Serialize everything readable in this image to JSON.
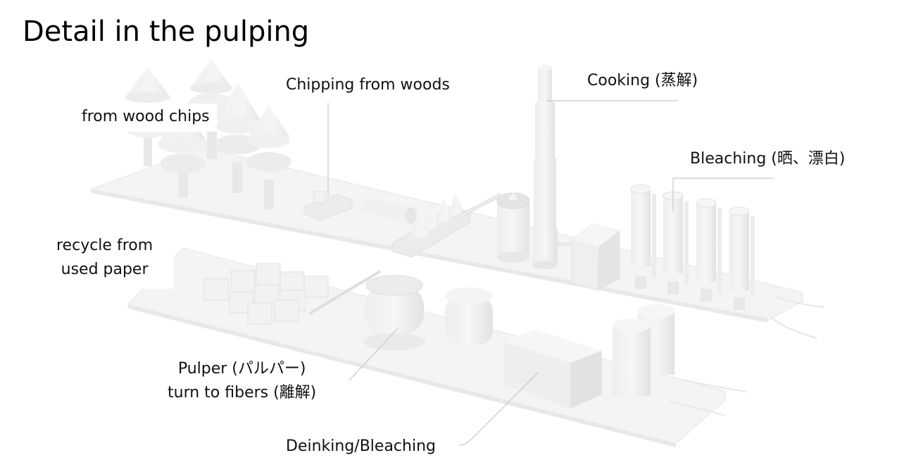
{
  "slide": {
    "title": "Detail in the pulping"
  },
  "labels": {
    "wood_chips": "from wood chips",
    "chipping": "Chipping from woods",
    "cooking": "Cooking (蒸解)",
    "bleaching": "Bleaching (晒、漂白)",
    "recycle_line1": "recycle from",
    "recycle_line2": "used paper",
    "pulper_line1": "Pulper (パルパー)",
    "pulper_line2": "turn to fibers (離解)",
    "deinking": "Deinking/Bleaching"
  },
  "colors": {
    "background": "#ffffff",
    "model_light": "#f3f3f3",
    "model_mid": "#e9e9e9",
    "model_shade": "#dcdcdc",
    "leader_line": "#c8c8c8",
    "text": "#111111"
  }
}
